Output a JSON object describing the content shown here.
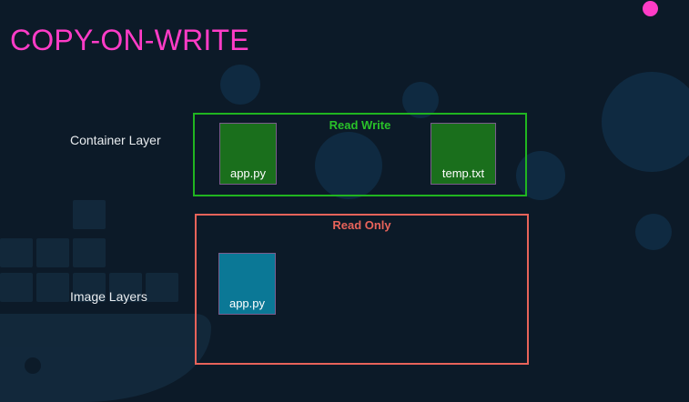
{
  "title": "COPY-ON-WRITE",
  "colors": {
    "background": "#0c1a28",
    "title": "#ff3cc7",
    "read_write_border": "#20b520",
    "read_only_border": "#e8635a",
    "file_green": "#1a6f1c",
    "file_teal": "#0b7896"
  },
  "labels": {
    "container_layer": "Container Layer",
    "image_layers": "Image Layers"
  },
  "read_write_box": {
    "heading": "Read Write",
    "files": [
      "app.py",
      "temp.txt"
    ]
  },
  "read_only_box": {
    "heading": "Read Only",
    "files": [
      "app.py"
    ]
  }
}
